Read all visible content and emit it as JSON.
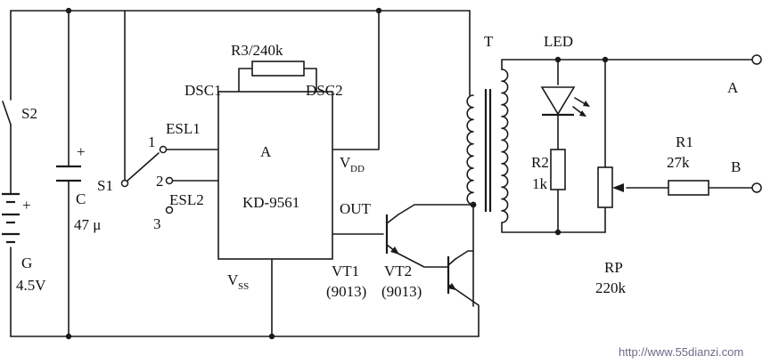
{
  "labels": {
    "s2": "S2",
    "s1": "S1",
    "c_name": "C",
    "c_value": "47 μ",
    "g_name": "G",
    "g_value": "4.5V",
    "plus_c": "+",
    "plus_g": "+",
    "pos1": "1",
    "pos2": "2",
    "pos3": "3",
    "esl1": "ESL1",
    "esl2": "ESL2",
    "r3": "R3/240k",
    "dsc1": "DSC1",
    "dsc2": "DSC2",
    "ic_ref": "A",
    "ic_part": "KD-9561",
    "vdd_main": "V",
    "vdd_sub": "DD",
    "out": "OUT",
    "vss_main": "V",
    "vss_sub": "SS",
    "vt1": "VT1",
    "vt1_part": "(9013)",
    "vt2": "VT2",
    "vt2_part": "(9013)",
    "t": "T",
    "led": "LED",
    "r2": "R2",
    "r2_value": "1k",
    "r1": "R1",
    "r1_value": "27k",
    "rp": "RP",
    "rp_value": "220k",
    "term_a": "A",
    "term_b": "B",
    "watermark": "http://www.55dianzi.com"
  }
}
